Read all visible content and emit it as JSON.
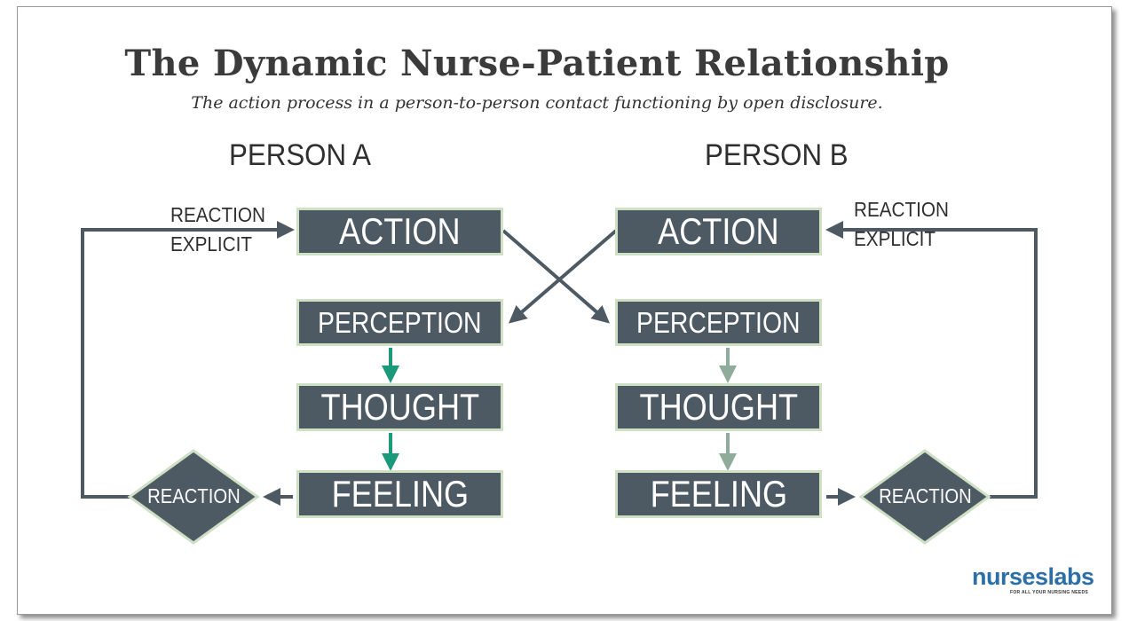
{
  "title": "The Dynamic Nurse-Patient Relationship",
  "subtitle": "The action process in a person-to-person contact functioning by open disclosure.",
  "person_a": {
    "heading": "PERSON A",
    "boxes": {
      "action": "ACTION",
      "perception": "PERCEPTION",
      "thought": "THOUGHT",
      "feeling": "FEELING"
    },
    "reaction": "REACTION",
    "side_label": [
      "REACTION",
      "EXPLICIT"
    ]
  },
  "person_b": {
    "heading": "PERSON B",
    "boxes": {
      "action": "ACTION",
      "perception": "PERCEPTION",
      "thought": "THOUGHT",
      "feeling": "FEELING"
    },
    "reaction": "REACTION",
    "side_label": [
      "REACTION",
      "EXPLICIT"
    ]
  },
  "logo": {
    "text": "nurseslabs",
    "tagline": "FOR ALL YOUR NURSING NEEDS"
  },
  "colors": {
    "box_fill": "#4d5a64",
    "box_border": "#cfe0c5",
    "arrow_green_a": "#1a9a7a",
    "arrow_green_b": "#8fac9b",
    "line": "#4d5a64"
  }
}
